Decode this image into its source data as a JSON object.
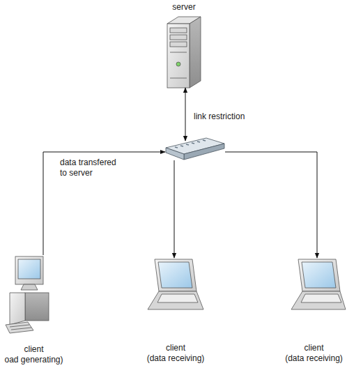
{
  "diagram": {
    "nodes": [
      {
        "text": [
          "server"
        ]
      },
      {
        "text": []
      },
      {
        "text": [
          "client",
          "oad generating)"
        ]
      },
      {
        "text": [
          "client",
          "(data receiving)"
        ]
      },
      {
        "text": [
          "client",
          "(data receiving)"
        ]
      }
    ],
    "edges": [
      {
        "from": 0,
        "to": 1,
        "arrow": "both",
        "label": "link restriction"
      },
      {
        "from": 2,
        "to": 1,
        "arrow": "to",
        "label": "data transfered to server"
      },
      {
        "from": 1,
        "to": 3,
        "arrow": "to"
      },
      {
        "from": 1,
        "to": 4,
        "arrow": "to"
      }
    ]
  }
}
